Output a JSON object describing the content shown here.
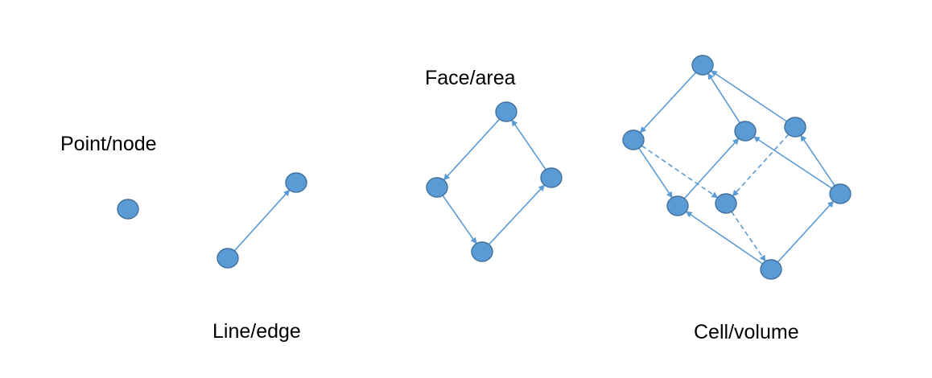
{
  "labels": {
    "point": "Point/node",
    "line": "Line/edge",
    "face": "Face/area",
    "cell": "Cell/volume"
  },
  "colors": {
    "node_fill": "#5B9BD5",
    "node_stroke": "#41719C",
    "edge": "#5B9BD5"
  }
}
